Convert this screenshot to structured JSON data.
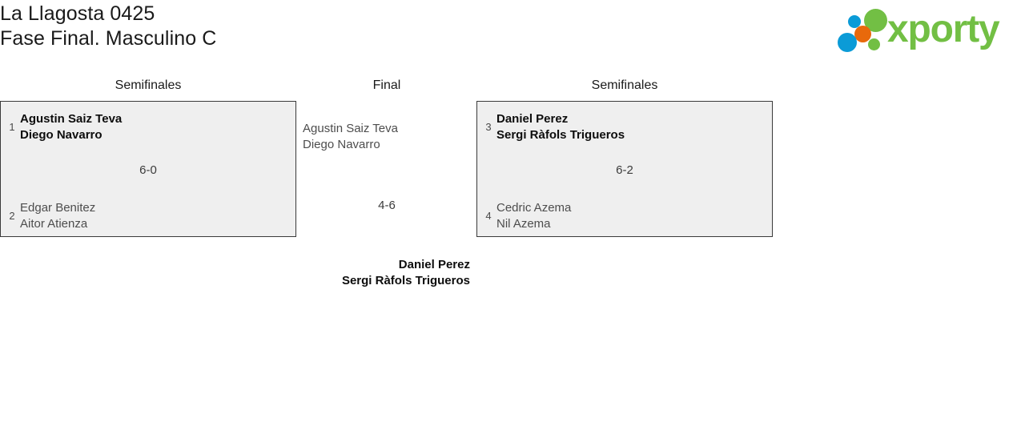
{
  "header": {
    "title_line_1": "La Llagosta 0425",
    "title_line_2": "Fase Final. Masculino C"
  },
  "logo": {
    "wordmark": "xporty",
    "colors": {
      "green": "#72bf44",
      "orange": "#e8690b",
      "blue": "#0b9bd7"
    },
    "dots": [
      {
        "name": "blue-top",
        "color": "#0b9bd7"
      },
      {
        "name": "green-large",
        "color": "#72bf44"
      },
      {
        "name": "orange",
        "color": "#e8690b"
      },
      {
        "name": "blue-large",
        "color": "#0b9bd7"
      },
      {
        "name": "green-small",
        "color": "#72bf44"
      }
    ]
  },
  "bracket": {
    "rounds": [
      {
        "id": "semifinal-left",
        "label": "Semifinales"
      },
      {
        "id": "final",
        "label": "Final"
      },
      {
        "id": "semifinal-right",
        "label": "Semifinales"
      }
    ],
    "matches": {
      "semifinal_left": {
        "score": "6-0",
        "top": {
          "seed": "1",
          "player_1": "Agustin Saiz Teva",
          "player_2": "Diego Navarro",
          "result": "winner"
        },
        "bottom": {
          "seed": "2",
          "player_1": "Edgar Benitez",
          "player_2": "Aitor Atienza",
          "result": "loser"
        }
      },
      "semifinal_right": {
        "score": "6-2",
        "top": {
          "seed": "3",
          "player_1": "Daniel Perez",
          "player_2": "Sergi Ràfols Trigueros",
          "result": "winner"
        },
        "bottom": {
          "seed": "4",
          "player_1": "Cedric Azema",
          "player_2": "Nil Azema",
          "result": "loser"
        }
      },
      "final": {
        "score": "4-6",
        "top": {
          "player_1": "Agustin Saiz Teva",
          "player_2": "Diego Navarro",
          "result": "loser"
        },
        "bottom": {
          "player_1": "Daniel Perez",
          "player_2": "Sergi Ràfols Trigueros",
          "result": "winner"
        }
      }
    }
  }
}
